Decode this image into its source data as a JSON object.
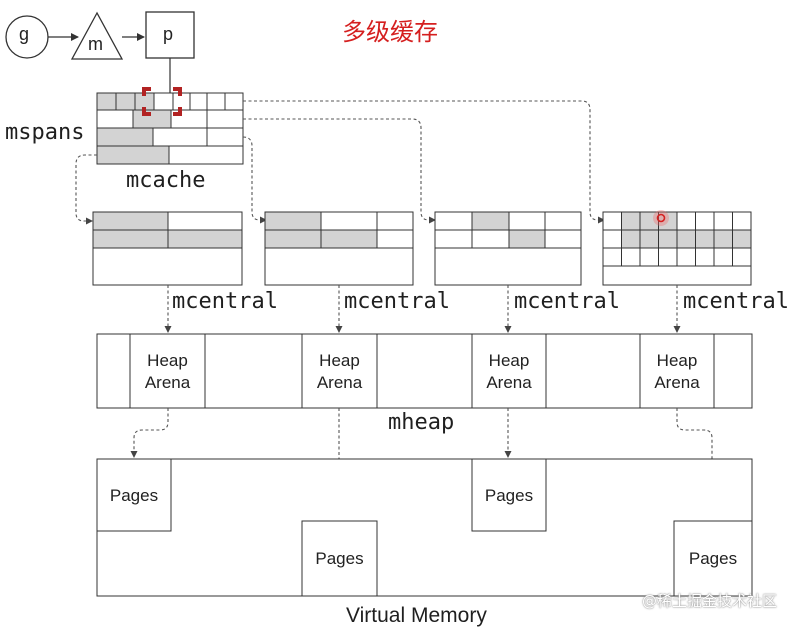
{
  "title": "多级缓存",
  "nodes": {
    "g": "g",
    "m": "m",
    "p": "p"
  },
  "labels": {
    "mspans": "mspans",
    "mcache": "mcache",
    "mcentral": "mcentral",
    "mheap": "mheap",
    "virtual_memory": "Virtual Memory"
  },
  "heap_arena": {
    "line1": "Heap",
    "line2": "Arena"
  },
  "pages": "Pages",
  "watermark": "@稀土掘金技术社区",
  "colors": {
    "title": "#d51f1f",
    "highlight": "#b22222",
    "shaded": "#d3d3d3",
    "line": "#333333"
  }
}
